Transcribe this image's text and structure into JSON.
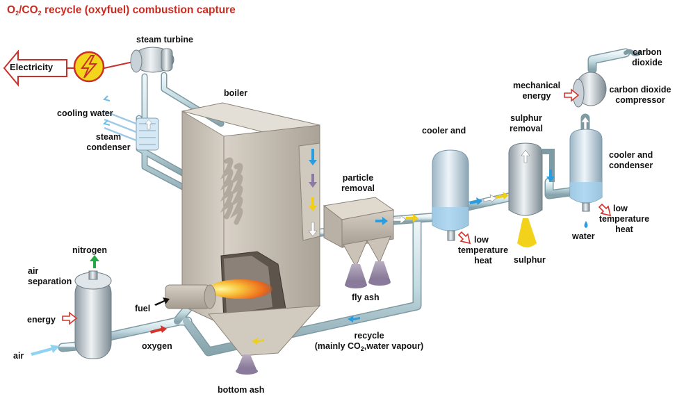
{
  "title": {
    "pre": "O",
    "s1": "2",
    "mid": "/CO",
    "s2": "2",
    "post": " recycle (oxyfuel) combustion capture"
  },
  "labels": {
    "electricity": "Electricity",
    "steam_turbine": "steam turbine",
    "boiler": "boiler",
    "cooling_water": "cooling water",
    "steam": "steam",
    "condenser": "condenser",
    "nitrogen": "nitrogen",
    "air": "air",
    "separation": "separation",
    "energy": "energy",
    "fuel": "fuel",
    "air_in": "air",
    "oxygen": "oxygen",
    "bottom_ash": "bottom ash",
    "particle": "particle",
    "removal": "removal",
    "fly_ash": "fly ash",
    "recycle": "recycle",
    "recycle_detail_pre": "(mainly CO",
    "recycle_detail_sub": "2",
    "recycle_detail_post": ",water vapour)",
    "cooler_and": "cooler and",
    "low": "low",
    "temperature": "temperature",
    "heat": "heat",
    "sulphur": "sulphur",
    "sulphur_removal": "removal",
    "sulphur_out": "sulphur",
    "mechanical": "mechanical",
    "mech_energy": "energy",
    "carbon": "carbon",
    "dioxide": "dioxide",
    "co2_compressor_1": "carbon dioxide",
    "co2_compressor_2": "compressor",
    "cooler_and_2": "cooler and",
    "condenser_2": "condenser",
    "low_2": "low",
    "temperature_2": "temperature",
    "heat_2": "heat",
    "water": "water"
  },
  "colors": {
    "title": "#cc2a1f",
    "pipe": "#c6dde4",
    "pipe_edge": "#7e9aa3",
    "boiler": "#cbc4b8",
    "boiler_dark": "#9c948a",
    "vessel": "#c8dbe8",
    "liquid": "#9fcfee",
    "ash": "#9a8aa6",
    "sulphur": "#f2d21a",
    "flame": "#f5a32a",
    "arrow_blue": "#2a9de0",
    "arrow_yellow": "#f0cf1a",
    "arrow_red": "#d6322a",
    "arrow_green": "#27a845"
  }
}
